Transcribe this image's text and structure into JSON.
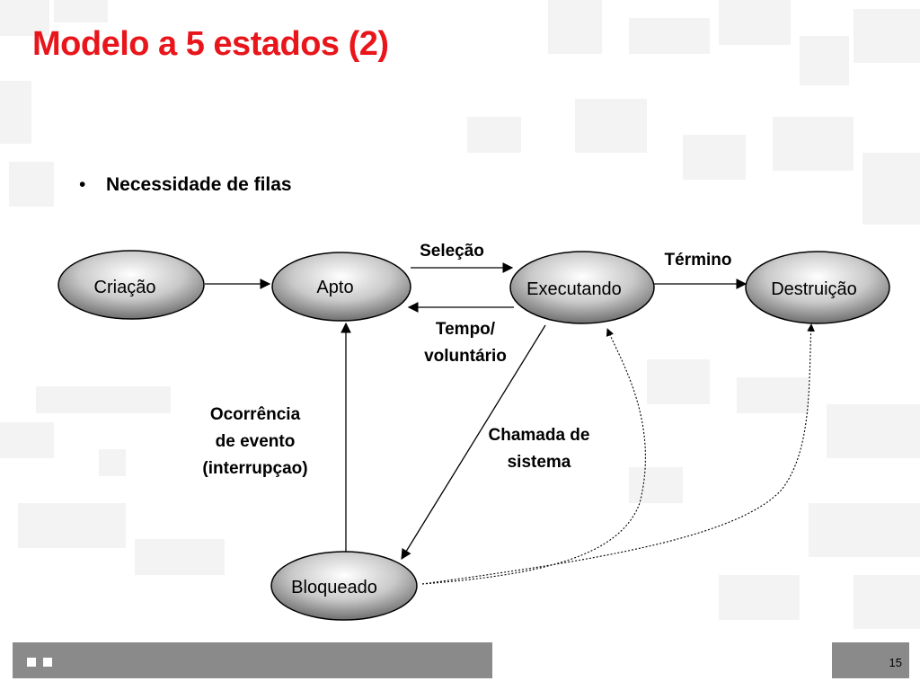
{
  "slide": {
    "title": "Modelo a 5 estados (2)",
    "bullet_marker": "•",
    "bullet": "Necessidade de filas",
    "page_number": "15"
  },
  "diagram": {
    "nodes": {
      "criacao": "Criação",
      "apto": "Apto",
      "executando": "Executando",
      "destruicao": "Destruição",
      "bloqueado": "Bloqueado"
    },
    "edges": {
      "selecao": "Seleção",
      "termino": "Término",
      "tempo_line1": "Tempo/",
      "tempo_line2": "voluntário",
      "ocorrencia_line1": "Ocorrência",
      "ocorrencia_line2": "de evento",
      "ocorrencia_line3": "(interrupçao)",
      "chamada_line1": "Chamada de",
      "chamada_line2": "sistema"
    }
  },
  "colors": {
    "title": "#e8161b",
    "footer": "#8a8a8a",
    "node_fill_center": "#ffffff",
    "node_fill_edge": "#6f6f6f"
  }
}
